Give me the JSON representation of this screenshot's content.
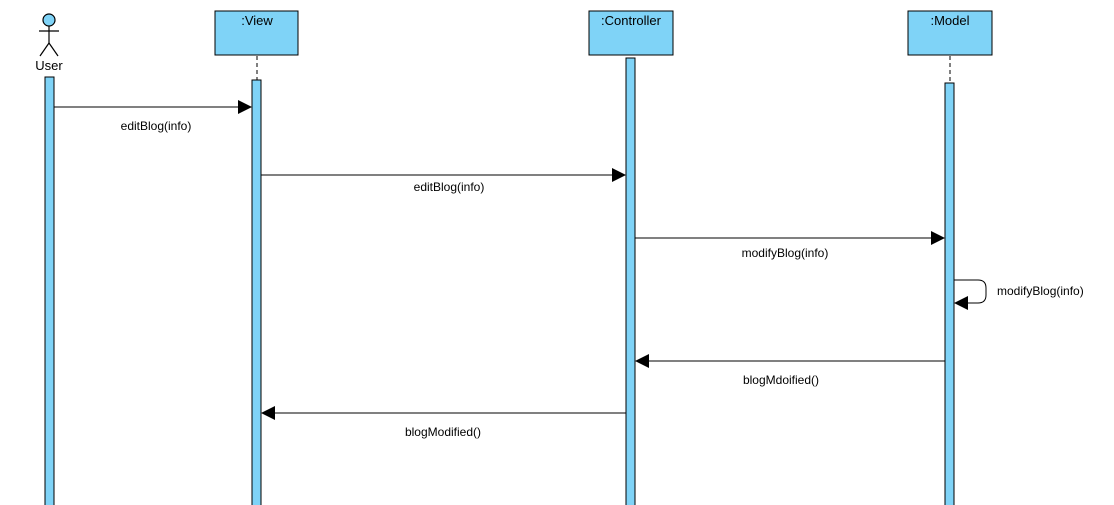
{
  "colors": {
    "lifeline_fill": "#7fd3f7",
    "stroke": "#000000",
    "background": "#ffffff"
  },
  "actor": {
    "label": "User",
    "icon": "stick-figure-icon"
  },
  "participants": [
    {
      "id": "view",
      "label": ":View"
    },
    {
      "id": "controller",
      "label": ":Controller"
    },
    {
      "id": "model",
      "label": ":Model"
    }
  ],
  "messages": [
    {
      "from": "User",
      "to": ":View",
      "label": "editBlog(info)",
      "kind": "call"
    },
    {
      "from": ":View",
      "to": ":Controller",
      "label": "editBlog(info)",
      "kind": "call"
    },
    {
      "from": ":Controller",
      "to": ":Model",
      "label": "modifyBlog(info)",
      "kind": "call"
    },
    {
      "from": ":Model",
      "to": ":Model",
      "label": "modifyBlog(info)",
      "kind": "self"
    },
    {
      "from": ":Model",
      "to": ":Controller",
      "label": "blogMdoified()",
      "kind": "return"
    },
    {
      "from": ":Controller",
      "to": ":View",
      "label": "blogModified()",
      "kind": "return"
    }
  ]
}
